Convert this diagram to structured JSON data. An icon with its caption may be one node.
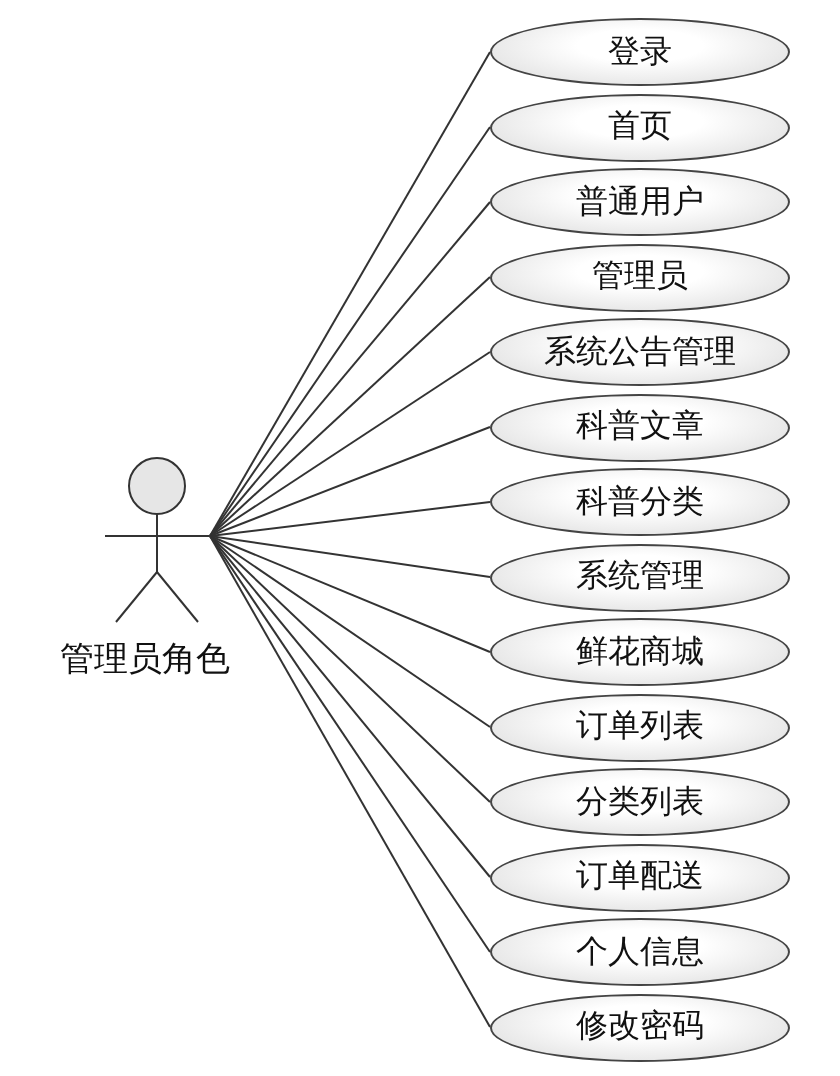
{
  "diagram": {
    "nodes": [
      {
        "text": [
          "管理员角色"
        ]
      },
      {
        "text": [
          "登录"
        ]
      },
      {
        "text": [
          "首页"
        ]
      },
      {
        "text": [
          "普通用户"
        ]
      },
      {
        "text": [
          "管理员"
        ]
      },
      {
        "text": [
          "系统公告管理"
        ]
      },
      {
        "text": [
          "科普文章"
        ]
      },
      {
        "text": [
          "科普分类"
        ]
      },
      {
        "text": [
          "系统管理"
        ]
      },
      {
        "text": [
          "鲜花商城"
        ]
      },
      {
        "text": [
          "订单列表"
        ]
      },
      {
        "text": [
          "分类列表"
        ]
      },
      {
        "text": [
          "订单配送"
        ]
      },
      {
        "text": [
          "个人信息"
        ]
      },
      {
        "text": [
          "修改密码"
        ]
      }
    ],
    "edges": [
      {
        "from": 0,
        "to": 1,
        "arrow": "none"
      },
      {
        "from": 0,
        "to": 2,
        "arrow": "none"
      },
      {
        "from": 0,
        "to": 3,
        "arrow": "none"
      },
      {
        "from": 0,
        "to": 4,
        "arrow": "none"
      },
      {
        "from": 0,
        "to": 5,
        "arrow": "none"
      },
      {
        "from": 0,
        "to": 6,
        "arrow": "none"
      },
      {
        "from": 0,
        "to": 7,
        "arrow": "none"
      },
      {
        "from": 0,
        "to": 8,
        "arrow": "none"
      },
      {
        "from": 0,
        "to": 9,
        "arrow": "none"
      },
      {
        "from": 0,
        "to": 10,
        "arrow": "none"
      },
      {
        "from": 0,
        "to": 11,
        "arrow": "none"
      },
      {
        "from": 0,
        "to": 12,
        "arrow": "none"
      },
      {
        "from": 0,
        "to": 13,
        "arrow": "none"
      },
      {
        "from": 0,
        "to": 14,
        "arrow": "none"
      }
    ]
  }
}
